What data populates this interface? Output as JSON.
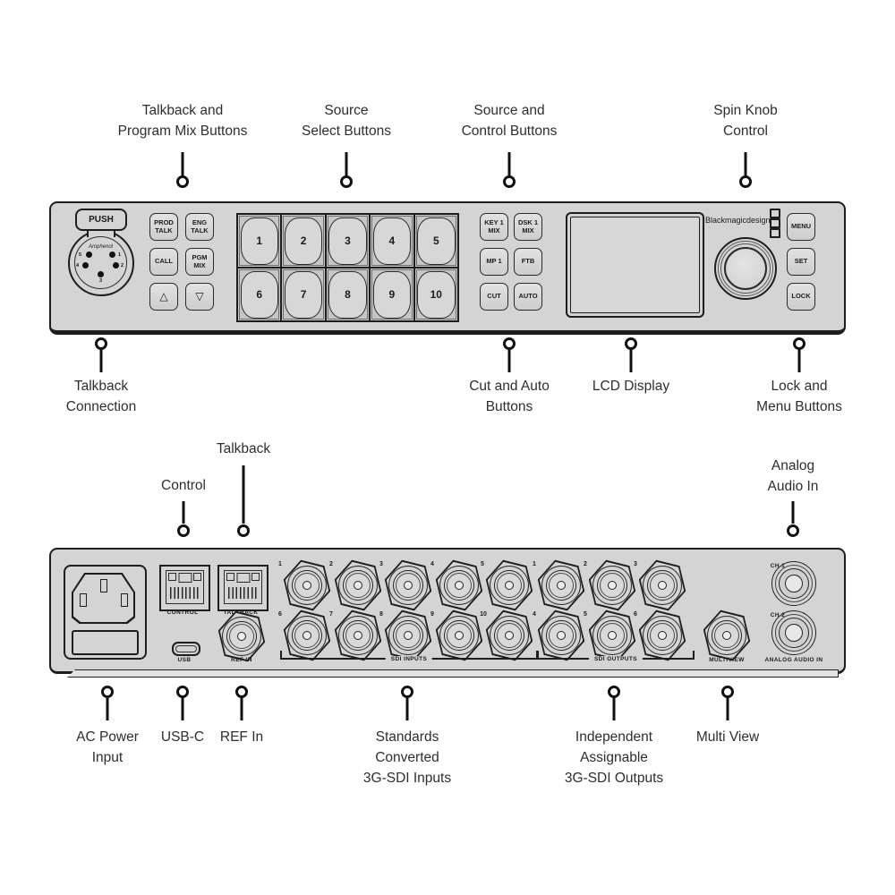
{
  "colors": {
    "panel_gray": "#d4d4d4",
    "outline": "#1d1d1d",
    "label_text": "#2e2e2e"
  },
  "front_panel": {
    "callout_talkback_mix": {
      "l1": "Talkback and",
      "l2": "Program Mix Buttons"
    },
    "callout_source_select": {
      "l1": "Source",
      "l2": "Select Buttons"
    },
    "callout_source_control": {
      "l1": "Source and",
      "l2": "Control  Buttons"
    },
    "callout_spin_knob": {
      "l1": "Spin Knob",
      "l2": "Control"
    },
    "callout_talkback_connection": {
      "l1": "Talkback",
      "l2": "Connection"
    },
    "callout_cut_auto": {
      "l1": "Cut and Auto",
      "l2": "Buttons"
    },
    "callout_lcd": {
      "l1": "LCD Display"
    },
    "callout_lock_menu": {
      "l1": "Lock and",
      "l2": "Menu Buttons"
    },
    "xlr": {
      "push_label": "PUSH",
      "connector_brand": "Amphenol",
      "pins": [
        "1",
        "2",
        "3",
        "4",
        "5"
      ]
    },
    "buttons": {
      "prod_talk": "PROD TALK",
      "eng_talk": "ENG TALK",
      "call": "CALL",
      "pgm_mix": "PGM MIX",
      "up_arrow": "△",
      "down_arrow": "▽",
      "key1_mix": "KEY 1 MIX",
      "dsk1_mix": "DSK 1 MIX",
      "mp1": "MP 1",
      "ftb": "FTB",
      "cut": "CUT",
      "auto": "AUTO",
      "menu": "MENU",
      "set": "SET",
      "lock": "LOCK"
    },
    "source_buttons": [
      "1",
      "2",
      "3",
      "4",
      "5",
      "6",
      "7",
      "8",
      "9",
      "10"
    ],
    "brand": "Blackmagicdesign"
  },
  "rear_panel": {
    "callout_control": {
      "l1": "Control"
    },
    "callout_talkback": {
      "l1": "Talkback"
    },
    "callout_analog_audio": {
      "l1": "Analog",
      "l2": "Audio In"
    },
    "callout_ac_power": {
      "l1": "AC Power",
      "l2": "Input"
    },
    "callout_usb_c": {
      "l1": "USB-C"
    },
    "callout_ref_in": {
      "l1": "REF In"
    },
    "callout_sdi_inputs": {
      "l1": "Standards",
      "l2": "Converted",
      "l3": "3G-SDI Inputs"
    },
    "callout_sdi_outputs": {
      "l1": "Independent",
      "l2": "Assignable",
      "l3": "3G-SDI Outputs"
    },
    "callout_multiview": {
      "l1": "Multi View"
    },
    "port_labels": {
      "control": "CONTROL",
      "talkback": "TALKBACK",
      "usb": "USB",
      "ref_in": "REF IN",
      "sdi_inputs": "SDI INPUTS",
      "sdi_outputs": "SDI OUTPUTS",
      "multiview": "MULTIVIEW",
      "ch1": "CH 1",
      "ch2": "CH 2",
      "analog_audio_in": "ANALOG AUDIO IN"
    },
    "sdi_input_numbers": [
      "1",
      "2",
      "3",
      "4",
      "5",
      "6",
      "7",
      "8",
      "9",
      "10"
    ],
    "sdi_output_numbers": [
      "1",
      "2",
      "3",
      "4",
      "5",
      "6"
    ]
  }
}
